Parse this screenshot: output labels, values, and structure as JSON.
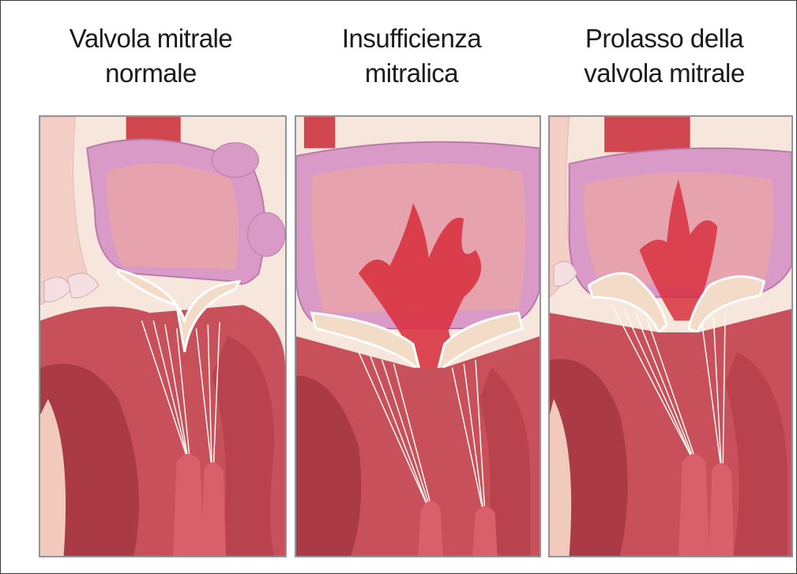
{
  "panels": [
    {
      "id": "normal",
      "title_line1": "Valvola mitrale",
      "title_line2": "normale",
      "regurgitation": "none"
    },
    {
      "id": "insufficiency",
      "title_line1": "Insufficienza",
      "title_line2": "mitralica",
      "regurgitation": "large"
    },
    {
      "id": "prolapse",
      "title_line1": "Prolasso della",
      "title_line2": "valvola mitrale",
      "regurgitation": "moderate"
    }
  ],
  "colors": {
    "atrium_wall": "#d99ac8",
    "atrium_inner": "#e8a5ad",
    "ventricle": "#c8505a",
    "ventricle_dark": "#9e3440",
    "aorta": "#d2474f",
    "valve": "#f2dcc8",
    "chordae": "#fffaf2",
    "regurgitant_jet": "#d9303e",
    "panel_border": "#8f959b"
  }
}
